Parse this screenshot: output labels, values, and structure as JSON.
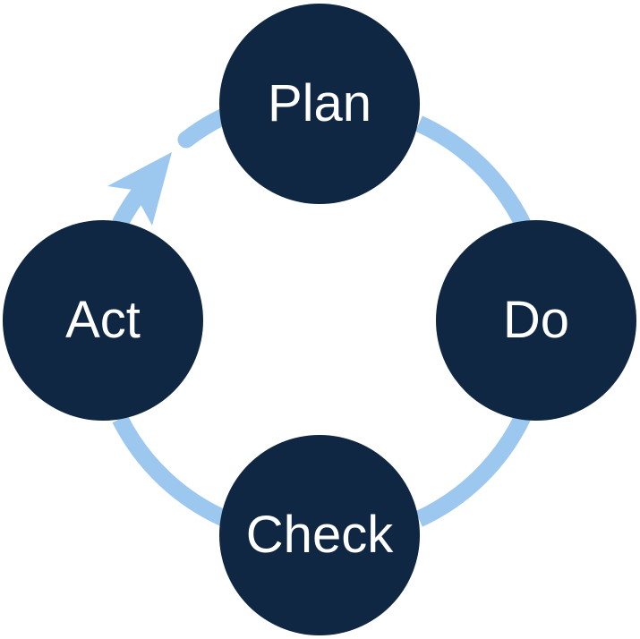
{
  "colors": {
    "node_fill": "#0f2742",
    "ring": "#9cc7ee",
    "text": "#ffffff"
  },
  "cycle": {
    "stages": [
      {
        "label": "Plan"
      },
      {
        "label": "Do"
      },
      {
        "label": "Check"
      },
      {
        "label": "Act"
      }
    ],
    "arrow_direction": "clockwise"
  }
}
